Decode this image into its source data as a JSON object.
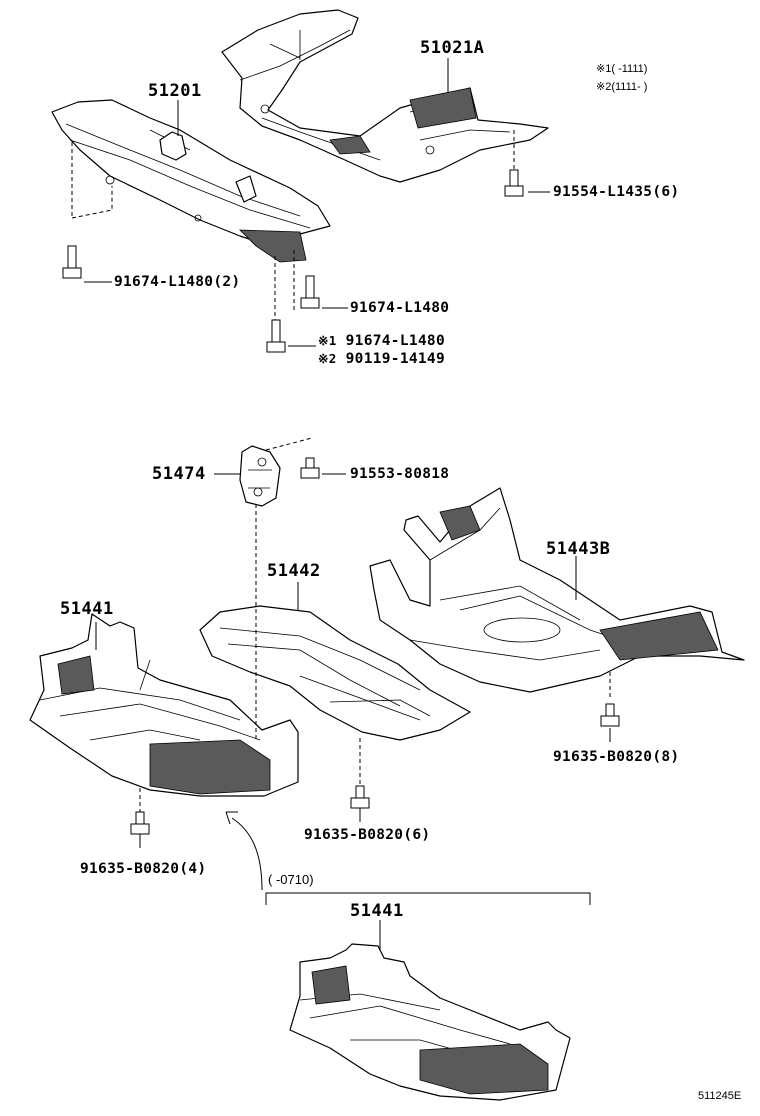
{
  "legend": {
    "note1_mark": "※1",
    "note1_text": "(      -1111)",
    "note2_mark": "※2",
    "note2_text": "(1111-      )"
  },
  "parts": {
    "crossmember_front": "51201",
    "crossmember_rear": "51021A",
    "bracket": "51474",
    "cover_front": "51441",
    "cover_center": "51442",
    "cover_rear": "51443B",
    "cover_front_alt": "51441"
  },
  "fasteners": {
    "bolt_rear_member": "91554-L1435(6)",
    "bolt_front_left": "91674-L1480(2)",
    "bolt_front_right": "91674-L1480",
    "bolt_alt_1_mark": "※1",
    "bolt_alt_1": "91674-L1480",
    "bolt_alt_2_mark": "※2",
    "bolt_alt_2": "90119-14149",
    "bolt_bracket": "91553-80818",
    "bolt_rear_cover": "91635-B0820(8)",
    "bolt_center_cover": "91635-B0820(6)",
    "bolt_front_cover": "91635-B0820(4)"
  },
  "variant_range": "(       -0710)",
  "diagram_id": "511245E"
}
